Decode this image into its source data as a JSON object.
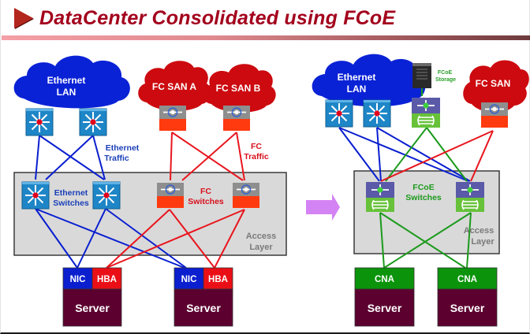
{
  "title": "DataCenter Consolidated using FCoE",
  "colors": {
    "title": "#a3001c",
    "ethernet": "#0a1fd0",
    "fc": "#e8161e",
    "fcoe": "#1c9a1c",
    "server": "#5c0030",
    "access_layer": "#d9d9d9",
    "arrow": "#d483f4"
  },
  "left": {
    "clouds": {
      "ethernet": [
        "Ethernet",
        "LAN"
      ],
      "fc_a": "FC SAN A",
      "fc_b": "FC SAN B"
    },
    "labels": {
      "ethernet_traffic": [
        "Ethernet",
        "Traffic"
      ],
      "fc_traffic": [
        "FC",
        "Traffic"
      ],
      "ethernet_switches": [
        "Ethernet",
        "Switches"
      ],
      "fc_switches": [
        "FC",
        "Switches"
      ],
      "access_layer": [
        "Access",
        "Layer"
      ]
    },
    "servers": [
      {
        "nic": "NIC",
        "hba": "HBA",
        "label": "Server"
      },
      {
        "nic": "NIC",
        "hba": "HBA",
        "label": "Server"
      }
    ]
  },
  "right": {
    "clouds": {
      "ethernet": [
        "Ethernet",
        "LAN"
      ],
      "fc": "FC SAN"
    },
    "labels": {
      "fcoe_storage": [
        "FCoE",
        "Storage"
      ],
      "fcoe_switches": [
        "FCoE",
        "Switches"
      ],
      "access_layer": [
        "Access",
        "Layer"
      ]
    },
    "servers": [
      {
        "adapter": "CNA",
        "label": "Server"
      },
      {
        "adapter": "CNA",
        "label": "Server"
      }
    ]
  }
}
